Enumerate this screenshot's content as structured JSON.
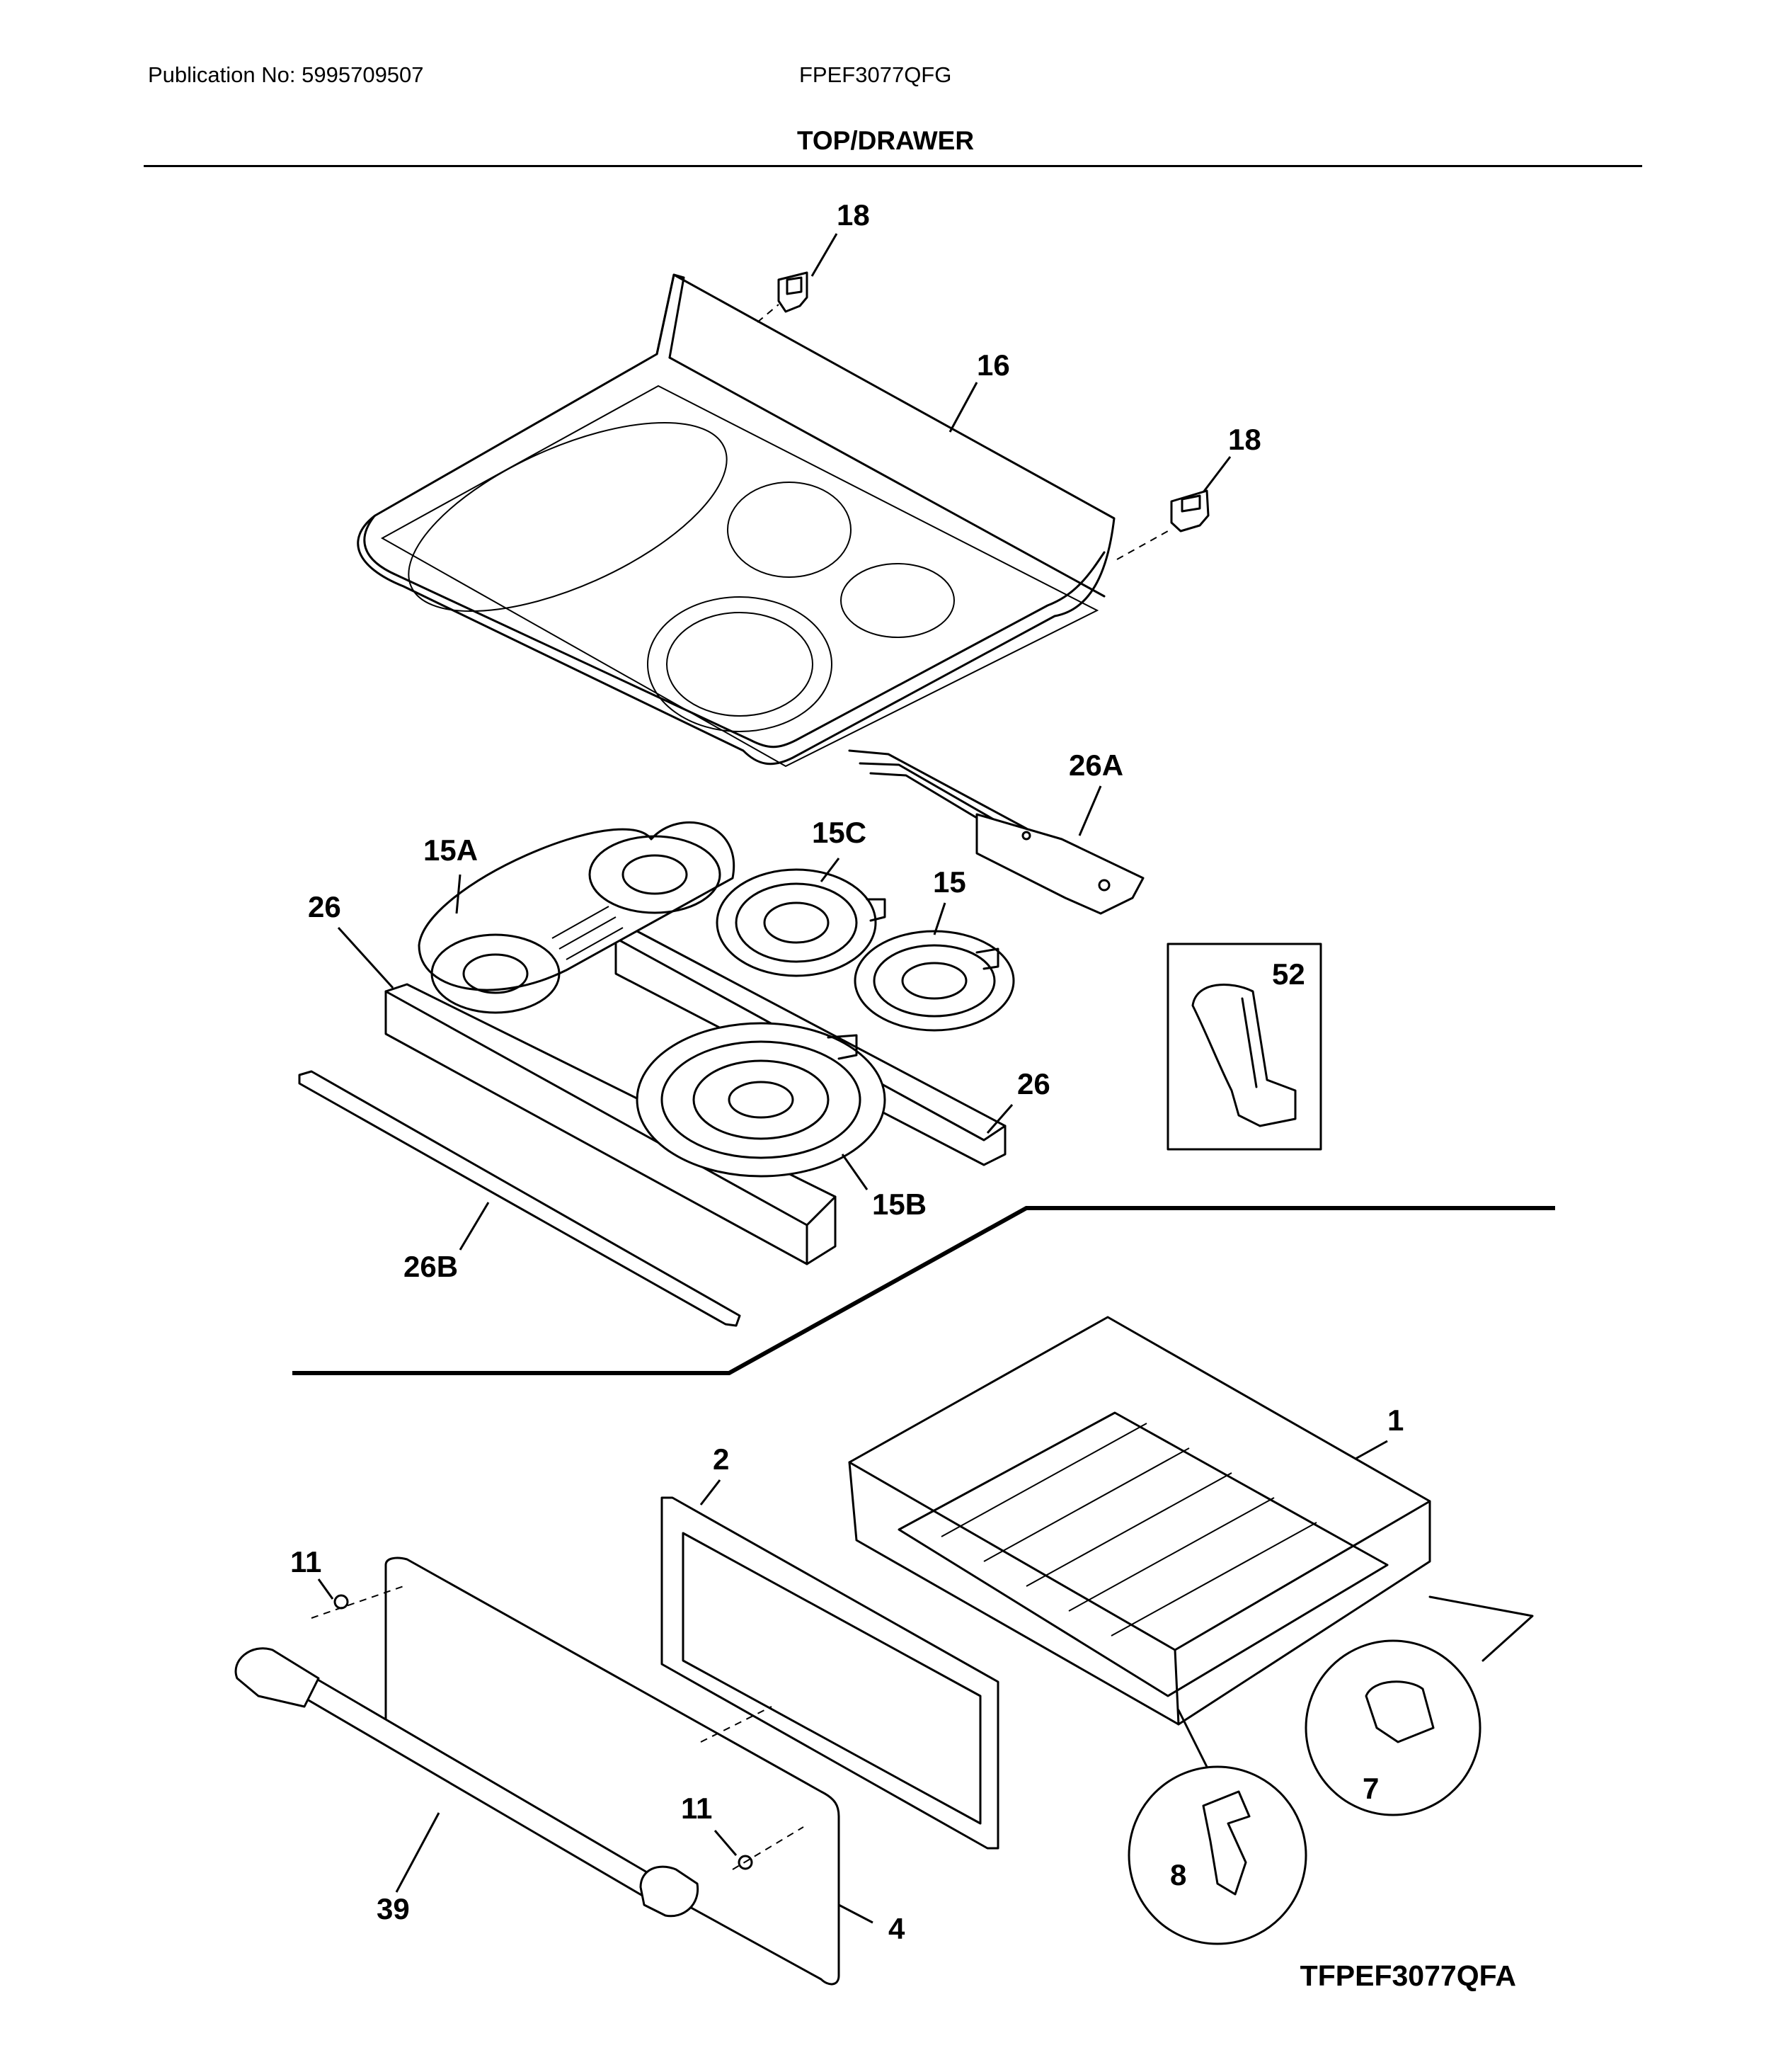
{
  "header": {
    "publication": "Publication No: 5995709507",
    "model": "FPEF3077QFG",
    "section_title": "TOP/DRAWER"
  },
  "footer": {
    "reference_code": "TFPEF3077QFA"
  },
  "callouts": {
    "c18a": "18",
    "c16": "16",
    "c18b": "18",
    "c26a": "26A",
    "c15a": "15A",
    "c15c": "15C",
    "c15": "15",
    "c26l": "26",
    "c52": "52",
    "c26r": "26",
    "c15b": "15B",
    "c26b": "26B",
    "c1": "1",
    "c2": "2",
    "c11a": "11",
    "c11b": "11",
    "c7": "7",
    "c8": "8",
    "c39": "39",
    "c4": "4"
  }
}
